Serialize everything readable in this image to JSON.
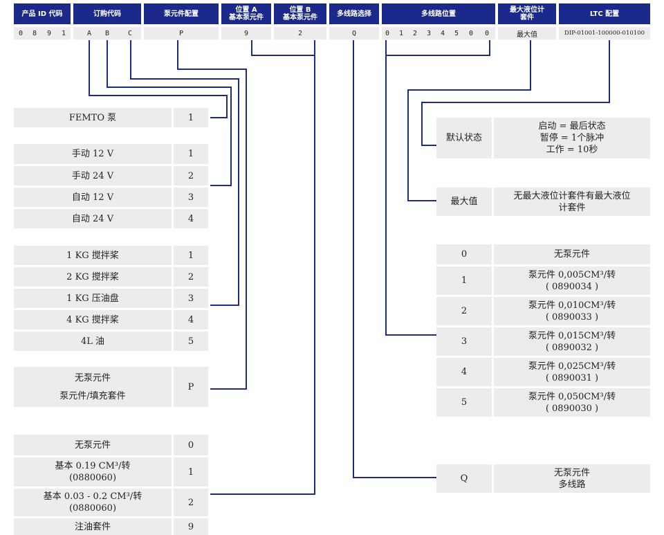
{
  "header": {
    "product_id": "产品 ID 代码",
    "order_code": "订购代码",
    "pump_config": "泵元件配置",
    "pos_a": "位置 A\n基本泵元件",
    "pos_b": "位置 B\n基本泵元件",
    "multiline_select": "多线路选择",
    "multiline_pos": "多线路位置",
    "max_level_kit": "最大液位计\n套件",
    "ltc_config": "LTC 配置"
  },
  "codes": {
    "product_id": [
      "0",
      "8",
      "9",
      "1"
    ],
    "order_code": [
      "A",
      "B",
      "C"
    ],
    "pump_config": "P",
    "pos_a": "9",
    "pos_b": "2",
    "multiline_select": "Q",
    "multiline_pos": [
      "0",
      "1",
      "2",
      "3",
      "4",
      "5",
      "0",
      "0"
    ],
    "max_level_kit": "最大值",
    "ltc_config": "DIP-01001-100000-010100"
  },
  "left_groups": {
    "pump": [
      {
        "label": "FEMTO 泵",
        "code": "1"
      }
    ],
    "motor": [
      {
        "label": "手动 12 V",
        "code": "1"
      },
      {
        "label": "手动 24 V",
        "code": "2"
      },
      {
        "label": "自动 12 V",
        "code": "3"
      },
      {
        "label": "自动 24 V",
        "code": "4"
      }
    ],
    "reservoir": [
      {
        "label": "1 KG 搅拌桨",
        "code": "1"
      },
      {
        "label": "2 KG 搅拌桨",
        "code": "2"
      },
      {
        "label": "1 KG 压油盘",
        "code": "3"
      },
      {
        "label": "4 KG 搅拌桨",
        "code": "4"
      },
      {
        "label": "4L 油",
        "code": "5"
      }
    ],
    "pump_config": {
      "label": "无泵元件\n\n泵元件/填充套件",
      "code": "P"
    },
    "pump_element": [
      {
        "label": "无泵元件",
        "code": "0"
      },
      {
        "label": "基本 0.19 CM³/转\n(0880060)",
        "code": "1"
      },
      {
        "label": "基本 0.03 - 0.2 CM³/转\n(0880060)",
        "code": "2"
      },
      {
        "label": "注油套件",
        "code": "9"
      }
    ]
  },
  "right_groups": {
    "default_state": {
      "label": "默认状态",
      "value": "启动 = 最后状态\n暂停 = 1个脉冲\n工作 = 10秒"
    },
    "max_value": {
      "label": "最大值",
      "value": "无最大液位计套件有最大液位\n计套件"
    },
    "multiline_positions": [
      {
        "code": "0",
        "value": "无泵元件"
      },
      {
        "code": "1",
        "value": "泵元件 0,005CM³/转\n( 0890034 )"
      },
      {
        "code": "2",
        "value": "泵元件 0,010CM³/转\n( 0890033 )"
      },
      {
        "code": "3",
        "value": "泵元件 0,015CM³/转\n( 0890032 )"
      },
      {
        "code": "4",
        "value": "泵元件 0,025CM³/转\n( 0890031 )"
      },
      {
        "code": "5",
        "value": "泵元件 0,050CM³/转\n( 0890030 )"
      }
    ],
    "multiline_select": {
      "code": "Q",
      "value": "无泵元件\n多线路"
    }
  },
  "colors": {
    "header_bg": "#1b2a8a",
    "line": "#1b2a8a",
    "cell_bg": "#ececec"
  }
}
